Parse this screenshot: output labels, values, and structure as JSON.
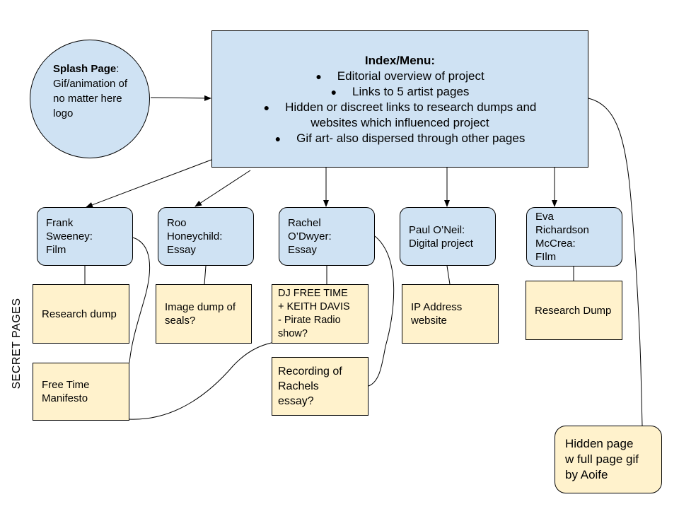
{
  "splash": {
    "title": "Splash Page",
    "suffix": ":",
    "body": "Gif/animation of no matter here logo"
  },
  "index": {
    "title": "Index/Menu:",
    "bullet": "●",
    "items": [
      "Editorial overview of project",
      "Links to 5 artist pages",
      "Hidden or discreet links to research dumps and websites which influenced project",
      "Gif art- also dispersed through other pages"
    ]
  },
  "artists": [
    {
      "label": "Frank\nSweeney:\nFilm"
    },
    {
      "label": "Roo\nHoneychild:\nEssay"
    },
    {
      "label": "Rachel\nO’Dwyer:\nEssay"
    },
    {
      "label": "Paul O’Neil:\nDigital project"
    },
    {
      "label": "Eva\nRichardson\nMcCrea:\nFIlm"
    }
  ],
  "secret_pages": [
    {
      "label": "Research dump"
    },
    {
      "label": "Image dump of\nseals?"
    },
    {
      "label": "DJ FREE TIME\n+ KEITH DAVIS\n- Pirate Radio\nshow?"
    },
    {
      "label": "IP Address\nwebsite"
    },
    {
      "label": "Research Dump"
    },
    {
      "label": "Free Time\nManifesto"
    },
    {
      "label": "Recording of\nRachels\nessay?"
    }
  ],
  "hidden_page": {
    "label": "Hidden page\nw full page gif\nby Aoife"
  },
  "side_label": "SECRET PAGES",
  "colors": {
    "blue_node": "#cfe2f3",
    "yellow_node": "#fff2cc",
    "stroke": "#000000"
  }
}
